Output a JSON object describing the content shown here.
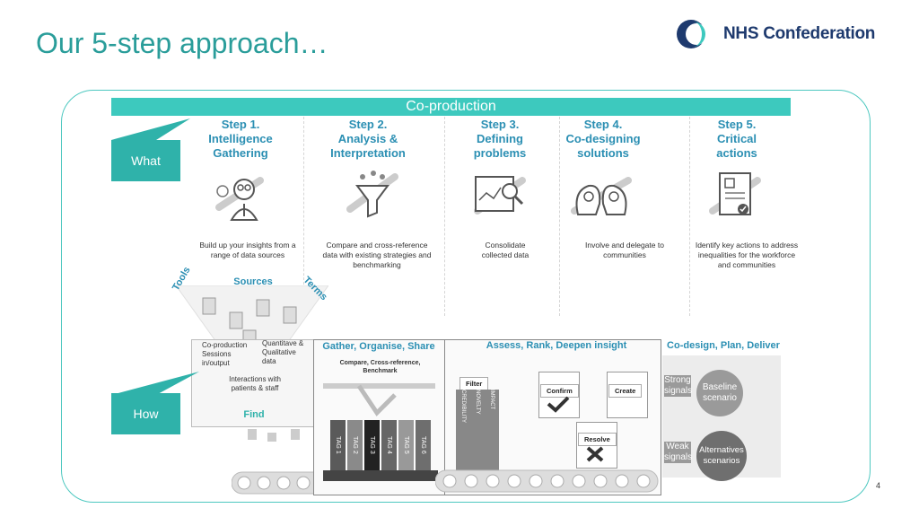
{
  "title": "Our 5-step approach…",
  "logo": {
    "text": "NHS Confederation"
  },
  "banner": "Co-production",
  "side": {
    "what": "What",
    "how": "How"
  },
  "steps": [
    {
      "number": "Step 1.",
      "name": "Intelligence Gathering",
      "desc": "Build up your insights from a range of data sources"
    },
    {
      "number": "Step 2.",
      "name": "Analysis & Interpretation",
      "desc": "Compare and cross-reference data with existing strategies and benchmarking"
    },
    {
      "number": "Step 3.",
      "name": "Defining problems",
      "desc": "Consolidate collected data"
    },
    {
      "number": "Step 4.",
      "name": "Co-designing solutions",
      "desc": "Involve and delegate to communities"
    },
    {
      "number": "Step 5.",
      "name": "Critical actions",
      "desc": "Identify key actions to address inequalities for the workforce and communities"
    }
  ],
  "how": {
    "sources": "Sources",
    "tools": "Tools",
    "terms": "Terms",
    "co_production": "Co-production Sessions in/output",
    "quantitative": "Quantitave & Qualitative data",
    "interactions": "Interactions with patients & staff",
    "find": "Find",
    "gather": "Gather, Organise, Share",
    "compare": "Compare, Cross-reference, Benchmark",
    "tags": [
      "TAG 1",
      "TAG 2",
      "TAG 3",
      "TAG 4",
      "TAG 5",
      "TAG 6"
    ],
    "filter": "Filter",
    "filter_cols": [
      "CREDIBILITY",
      "NOVELTY",
      "IMPACT"
    ],
    "assess": "Assess, Rank, Deepen insight",
    "confirm": "Confirm",
    "create": "Create",
    "resolve": "Resolve",
    "codesign": "Co-design, Plan, Deliver",
    "strong": "Strong signals",
    "baseline": "Baseline scenario",
    "weak": "Weak signals",
    "alternatives": "Alternatives scenarios"
  },
  "page_number": "4"
}
